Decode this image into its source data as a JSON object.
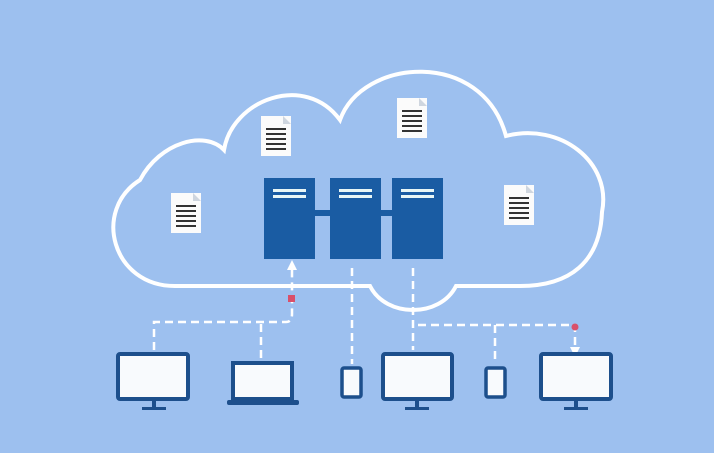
{
  "diagram": {
    "subject": "cloud-storage-network",
    "colors": {
      "background": "#9dc0ef",
      "cloud_outline": "#ffffff",
      "server": "#1a5ca3",
      "device_frame": "#1d4f8c",
      "screen": "#f8fafd",
      "connector": "#ffffff",
      "node_dot": "#d9506a"
    },
    "servers": 3,
    "documents": 4,
    "devices": [
      "desktop",
      "laptop",
      "phone",
      "desktop",
      "phone",
      "desktop"
    ]
  }
}
